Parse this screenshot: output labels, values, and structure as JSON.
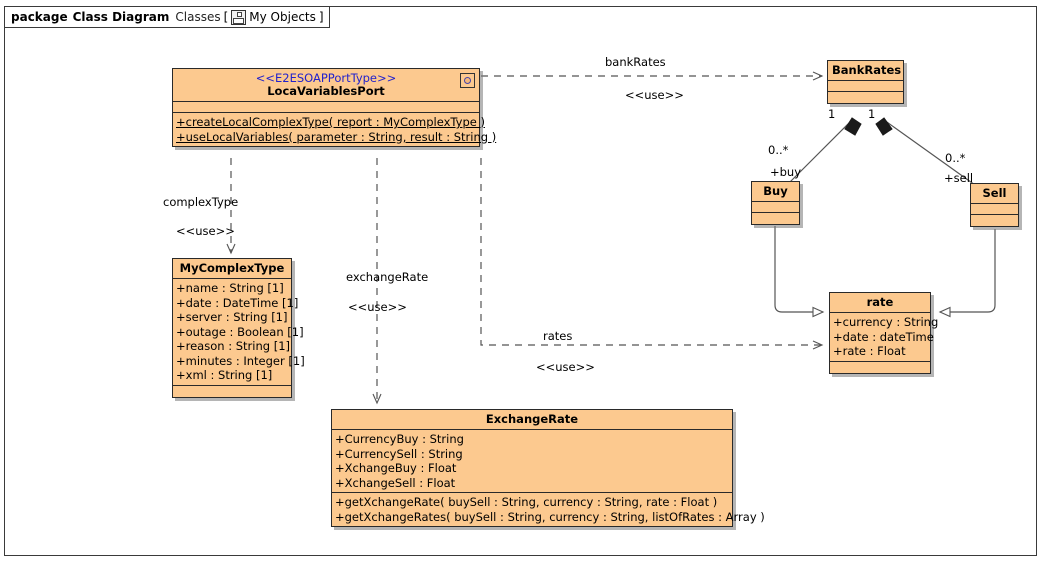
{
  "frame": {
    "keyword": "package",
    "name": "Class Diagram",
    "qualifier": "Classes",
    "bracket_open": "[",
    "bracket_close": "]",
    "object_label": "My Objects",
    "object_icon": "class-diagram-icon"
  },
  "colors": {
    "class_fill": "#FCC98F",
    "class_border": "#2A2A2A",
    "stereotype_text": "#2222CC",
    "line": "#555555",
    "frame_border": "#3A3A3A",
    "background": "#FFFFFF"
  },
  "classes": {
    "port": {
      "stereotype": "<<E2ESOAPPortType>>",
      "name": "LocaVariablesPort",
      "icon": "port-interface-icon",
      "attributes": [],
      "operations": [
        "+createLocalComplexType( report : MyComplexType )",
        "+useLocalVariables( parameter : String, result : String )"
      ]
    },
    "mycomplextype": {
      "name": "MyComplexType",
      "attributes": [
        "+name : String [1]",
        "+date : DateTime [1]",
        "+server : String [1]",
        "+outage : Boolean [1]",
        "+reason : String [1]",
        "+minutes : Integer [1]",
        "+xml : String [1]"
      ],
      "operations": []
    },
    "exchangerate": {
      "name": "ExchangeRate",
      "attributes": [
        "+CurrencyBuy : String",
        "+CurrencySell : String",
        "+XchangeBuy : Float",
        "+XchangeSell : Float"
      ],
      "operations": [
        "+getXchangeRate( buySell : String, currency : String, rate : Float )",
        "+getXchangeRates( buySell : String, currency : String, listOfRates : Array )"
      ]
    },
    "bankrates": {
      "name": "BankRates",
      "attributes": [],
      "operations": []
    },
    "buy": {
      "name": "Buy",
      "attributes": [],
      "operations": []
    },
    "sell": {
      "name": "Sell",
      "attributes": [],
      "operations": []
    },
    "rate": {
      "name": "rate",
      "attributes": [
        "+currency : String",
        "+date : dateTime",
        "+rate : Float"
      ],
      "operations": []
    }
  },
  "relationships": {
    "bankrates_use": {
      "kind": "dependency",
      "label": "bankRates",
      "stereotype": "<<use>>",
      "from": "LocaVariablesPort",
      "to": "BankRates"
    },
    "complextype_use": {
      "kind": "dependency",
      "label": "complexType",
      "stereotype": "<<use>>",
      "from": "LocaVariablesPort",
      "to": "MyComplexType"
    },
    "exchangerate_use": {
      "kind": "dependency",
      "label": "exchangeRate",
      "stereotype": "<<use>>",
      "from": "LocaVariablesPort",
      "to": "ExchangeRate"
    },
    "rates_use": {
      "kind": "dependency",
      "label": "rates",
      "stereotype": "<<use>>",
      "from": "LocaVariablesPort",
      "to": "rate"
    },
    "bankrates_buy": {
      "kind": "composition",
      "source_multiplicity": "1",
      "target_multiplicity": "0..*",
      "target_role": "+buy",
      "from": "BankRates",
      "to": "Buy"
    },
    "bankrates_sell": {
      "kind": "composition",
      "source_multiplicity": "1",
      "target_multiplicity": "0..*",
      "target_role": "+sell",
      "from": "BankRates",
      "to": "Sell"
    },
    "buy_rate": {
      "kind": "generalization",
      "from": "Buy",
      "to": "rate"
    },
    "sell_rate": {
      "kind": "generalization",
      "from": "Sell",
      "to": "rate"
    }
  }
}
